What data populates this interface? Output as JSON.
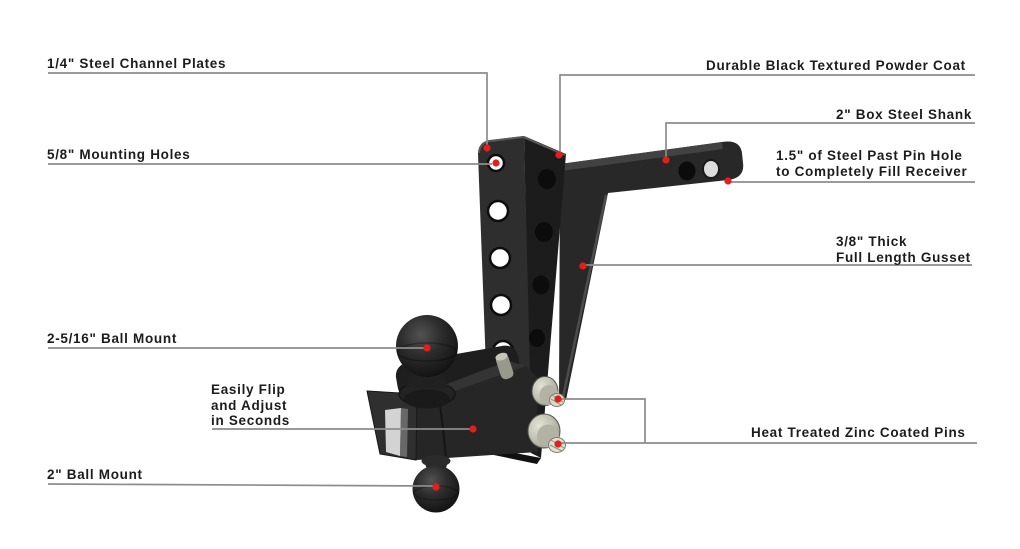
{
  "diagram": {
    "subject": "adjustable-drop-hitch-ball-mount",
    "background_color": "#ffffff",
    "label_color": "#1c1c1c",
    "leader_line_color": "#8c8c8c",
    "marker_dot_color": "#e41e1a",
    "hitch_color": "#262626",
    "pin_color": "#c9c9bb"
  },
  "callouts": {
    "left": [
      {
        "id": "channel-plates",
        "label": "1/4\" Steel Channel Plates"
      },
      {
        "id": "mounting-holes",
        "label": "5/8\" Mounting Holes"
      },
      {
        "id": "ball-mount-large",
        "label": "2-5/16\" Ball Mount"
      },
      {
        "id": "flip-adjust",
        "label": "Easily Flip\nand Adjust\nin Seconds"
      },
      {
        "id": "ball-mount-small",
        "label": "2\" Ball Mount"
      }
    ],
    "right": [
      {
        "id": "powder-coat",
        "label": "Durable Black Textured Powder Coat"
      },
      {
        "id": "box-steel-shank",
        "label": "2\" Box Steel Shank"
      },
      {
        "id": "steel-past-pin",
        "label": "1.5\" of Steel Past Pin Hole\nto Completely Fill Receiver"
      },
      {
        "id": "gusset",
        "label": "3/8\" Thick\nFull Length Gusset"
      },
      {
        "id": "zinc-pins",
        "label": "Heat Treated Zinc Coated Pins"
      }
    ]
  }
}
